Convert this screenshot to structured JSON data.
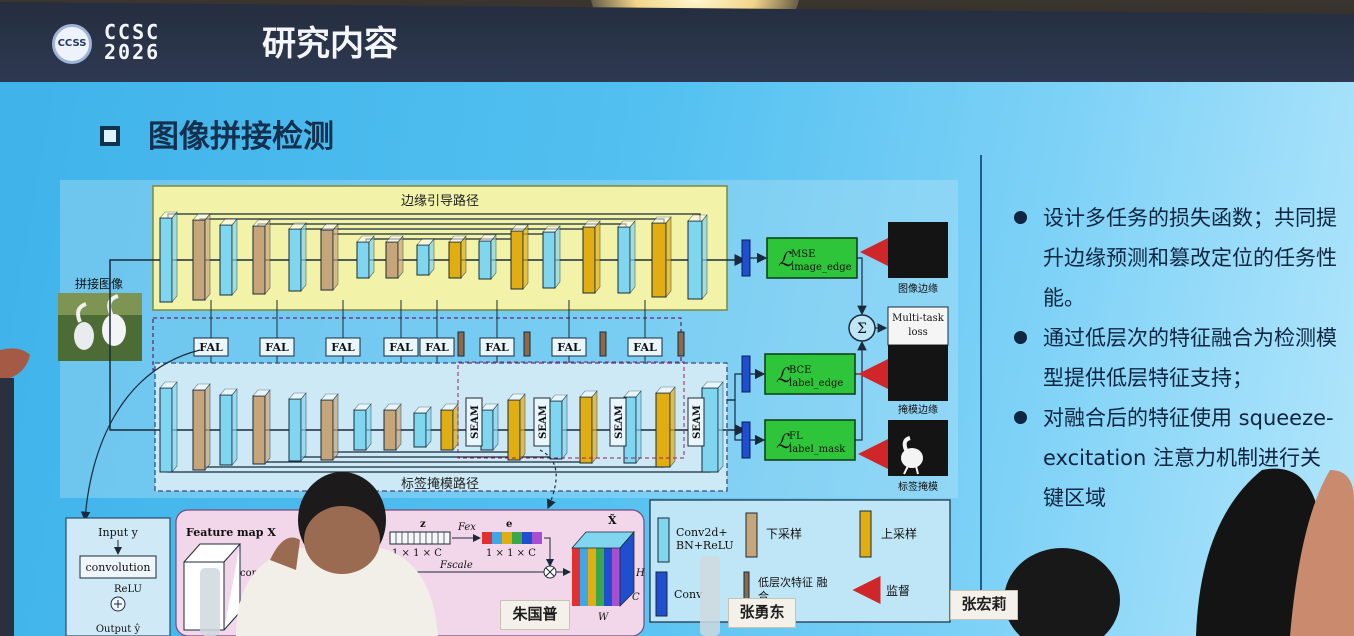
{
  "logo": {
    "badge": "CCSS",
    "wordmark": "CCSC 2026"
  },
  "slide": {
    "title": "研究内容",
    "section_title": "图像拼接检测"
  },
  "diagram": {
    "top_path_label": "边缘引导路径",
    "bottom_path_label": "标签掩模路径",
    "input_label": "拼接图像",
    "fal_label": "FAL",
    "seam_label": "SEAM",
    "sum_symbol": "Σ",
    "multitask_loss": "Multi-task loss",
    "losses": [
      {
        "sup": "MSE",
        "sub": "image_edge"
      },
      {
        "sup": "BCE",
        "sub": "label_edge"
      },
      {
        "sup": "FL",
        "sub": "label_mask"
      }
    ],
    "outputs": [
      "图像边缘",
      "掩模边缘",
      "标签掩模"
    ],
    "fal_detail": {
      "input": "Input y",
      "conv": "convolution",
      "relu": "ReLU",
      "output": "Output ŷ"
    },
    "se_detail": {
      "feature_map": "Feature map X",
      "z": "z",
      "z_dim": "1 × 1 × C",
      "fex": "Fex",
      "e": "e",
      "e_dim": "1 × 1 × C",
      "fscale": "Fscale",
      "xhat": "X̃",
      "h": "H",
      "w": "W",
      "c": "C",
      "conv_fragment": "conv"
    },
    "legend": {
      "conv": "Conv2d+ BN+ReLU",
      "down": "下采样",
      "up": "上采样",
      "low": "低层次特征 融合",
      "sup": "监督",
      "conv_fragment": "Conv"
    }
  },
  "bullets": [
    "设计多任务的损失函数；共同提升边缘预测和篡改定位的任务性能。",
    "通过低层次的特征融合为检测模型提供低层特征支持；",
    "对融合后的特征使用 squeeze-excitation 注意力机制进行关键区域"
  ],
  "nameplates": [
    "朱国普",
    "张勇东",
    "张宏莉"
  ],
  "colors": {
    "cyan_block": "#7fd6ee",
    "tan_block": "#c7a57a",
    "gold_block": "#e0ad12",
    "blue_block": "#1f4ecf",
    "loss_green": "#2ec53a",
    "arrow_red": "#d0262a",
    "top_path_bg": "#f2f3a8"
  }
}
